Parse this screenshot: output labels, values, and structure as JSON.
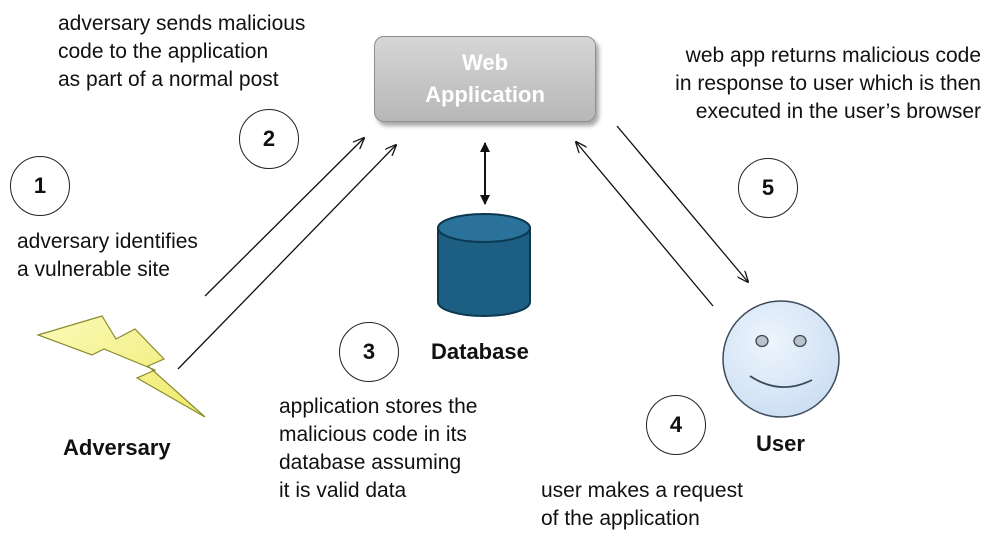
{
  "web_app": {
    "line1": "Web",
    "line2": "Application"
  },
  "database": {
    "label": "Database"
  },
  "adversary": {
    "label": "Adversary"
  },
  "user": {
    "label": "User"
  },
  "steps": [
    "1",
    "2",
    "3",
    "4",
    "5"
  ],
  "captions": {
    "step1": [
      "adversary identifies",
      "a vulnerable site"
    ],
    "step2": [
      "adversary sends malicious",
      "code to the application",
      "as part of a normal post"
    ],
    "step3": [
      "application stores the",
      "malicious code in its",
      "database assuming",
      "it is valid data"
    ],
    "step4": [
      "user makes a request",
      "of the application"
    ],
    "step5": [
      "web app returns malicious code",
      "in response to user which is then",
      "executed in the user’s browser"
    ]
  },
  "colors": {
    "web_app_fill": "#c4c4c4",
    "web_app_text": "#ffffff",
    "database_fill": "#1d5f82",
    "database_stroke": "#0c3850",
    "bolt_fill": "#f4f28a",
    "face_fill": "#dce9f8",
    "face_stroke": "#3c4a5a"
  }
}
